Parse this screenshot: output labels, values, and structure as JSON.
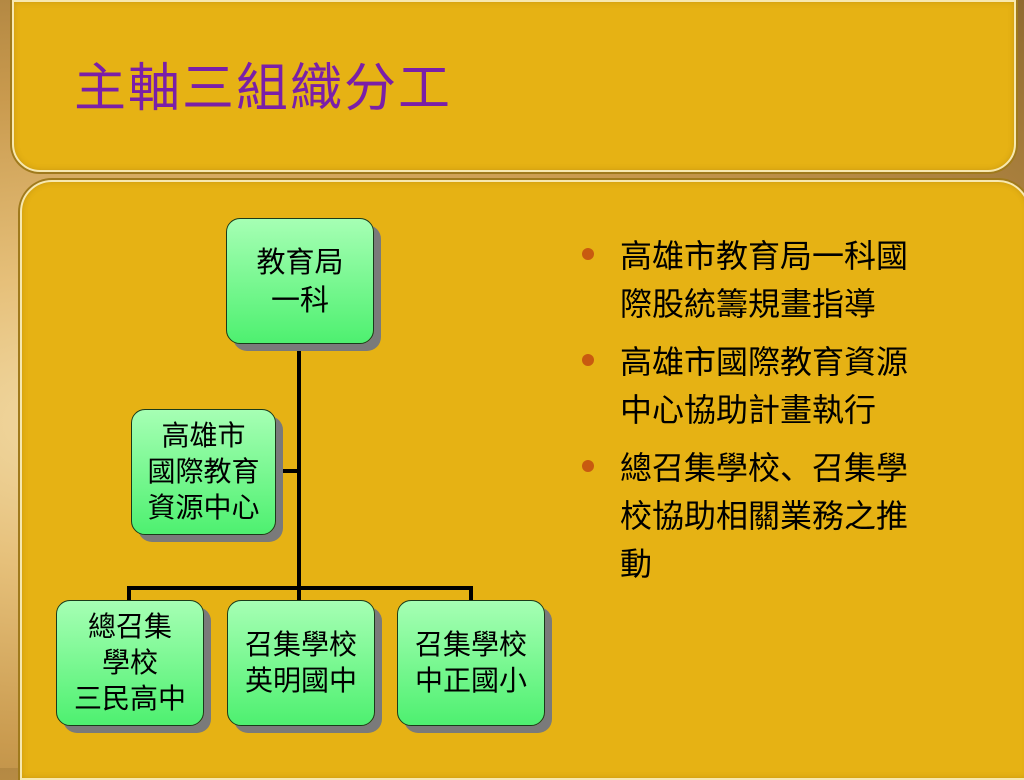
{
  "title": "主軸三組織分工",
  "org_chart": {
    "top": [
      "教育局",
      "一科"
    ],
    "assist": [
      "高雄市",
      "國際教育",
      "資源中心"
    ],
    "children": [
      [
        "總召集",
        "學校",
        "三民高中"
      ],
      [
        "召集學校",
        "英明國中"
      ],
      [
        "召集學校",
        "中正國小"
      ]
    ]
  },
  "bullets": [
    "高雄市教育局一科國際股統籌規畫指導",
    "高雄市國際教育資源中心協助計畫執行",
    "總召集學校、召集學校協助相關業務之推動"
  ],
  "colors": {
    "panel": "#e6b214",
    "title": "#7a1fa8",
    "node_fill": "#5ef27e",
    "bullet_dot": "#c85a10"
  }
}
